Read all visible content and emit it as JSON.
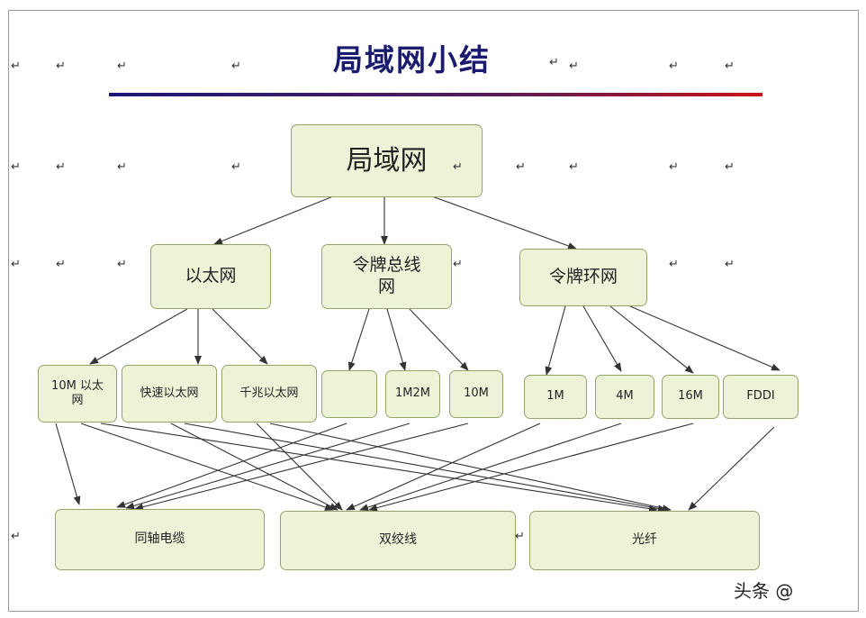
{
  "title": "局域网小结",
  "root": "局域网",
  "types": {
    "ethernet": "以太网",
    "token_bus": "令牌总线网",
    "token_ring": "令牌环网"
  },
  "standards": {
    "eth_10m": "10M 以太网",
    "eth_fast": "快速以太网",
    "eth_gigabit": "千兆以太网",
    "bus_blank": "",
    "bus_1m2m": "1M2M",
    "bus_10m": "10M",
    "ring_1m": "1M",
    "ring_4m": "4M",
    "ring_16m": "16M",
    "ring_fddi": "FDDI"
  },
  "media": {
    "coax": "同轴电缆",
    "twisted_pair": "双绞线",
    "fiber": "光纤"
  },
  "paragraph_mark": "↵",
  "watermark": "头条 @",
  "colors": {
    "node_fill": "#eef3d8",
    "node_border": "#93a56a",
    "title": "#1a1a6e",
    "arrow": "#333333"
  }
}
